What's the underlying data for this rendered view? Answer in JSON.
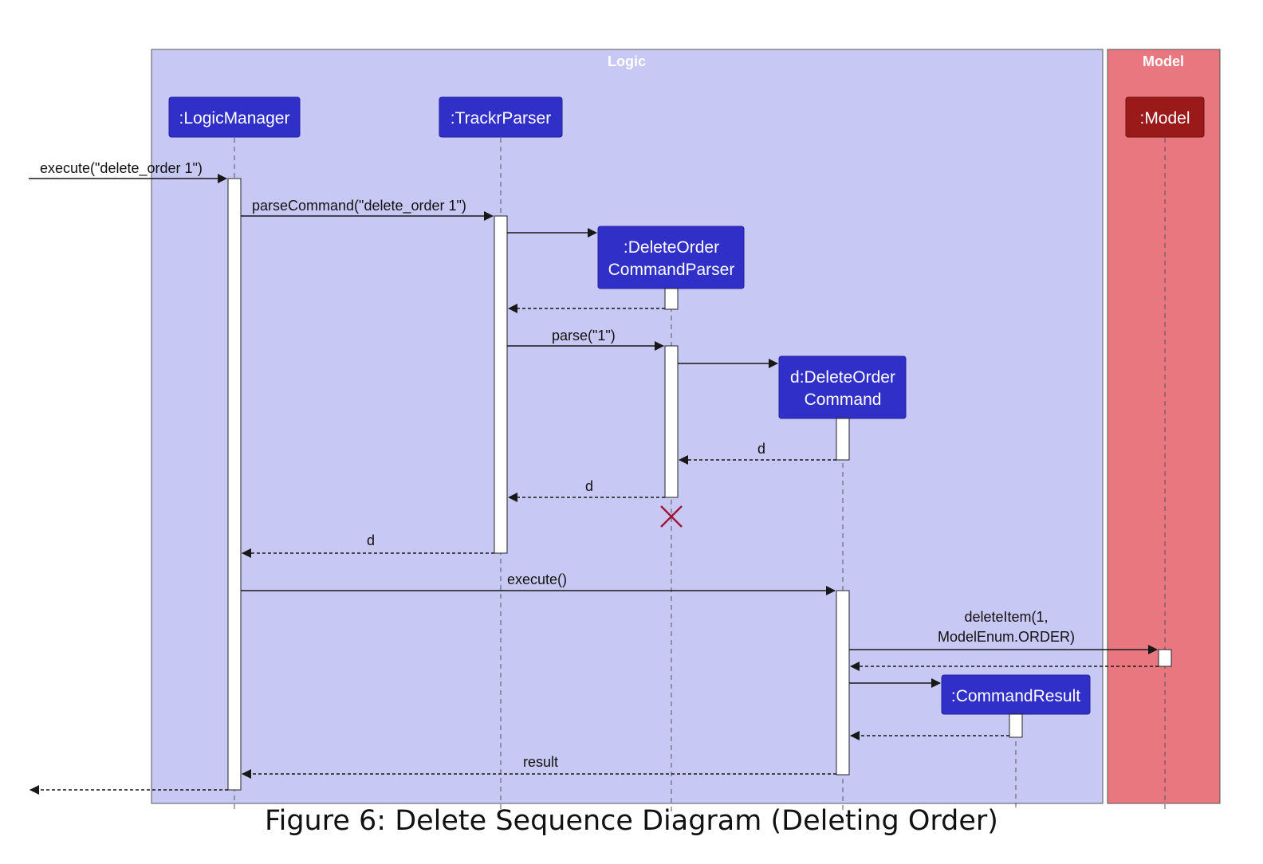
{
  "colors": {
    "logic_bg": "#c8c8f4",
    "logic_title": "#ffffff",
    "model_bg": "#e87780",
    "model_title": "#ffffff",
    "participant_fill": "#3030c8",
    "participant_border": "#22229a",
    "model_participant_fill": "#9a1a1a",
    "participant_text": "#ffffff",
    "destroy": "#a0173a"
  },
  "groups": {
    "logic_title": "Logic",
    "model_title": "Model"
  },
  "participants": {
    "logic_manager": ":LogicManager",
    "trackr_parser": ":TrackrParser",
    "delete_parser_line1": ":DeleteOrder",
    "delete_parser_line2": "CommandParser",
    "delete_command_line1": "d:DeleteOrder",
    "delete_command_line2": "Command",
    "command_result": ":CommandResult",
    "model": ":Model"
  },
  "messages": {
    "execute_input": "execute(\"delete_order 1\")",
    "parse_command": "parseCommand(\"delete_order 1\")",
    "parse": "parse(\"1\")",
    "return_d_1": "d",
    "return_d_2": "d",
    "return_d_3": "d",
    "execute": "execute()",
    "delete_item_line1": "deleteItem(1,",
    "delete_item_line2": "ModelEnum.ORDER)",
    "result": "result"
  },
  "caption": "Figure 6: Delete Sequence Diagram (Deleting Order)"
}
